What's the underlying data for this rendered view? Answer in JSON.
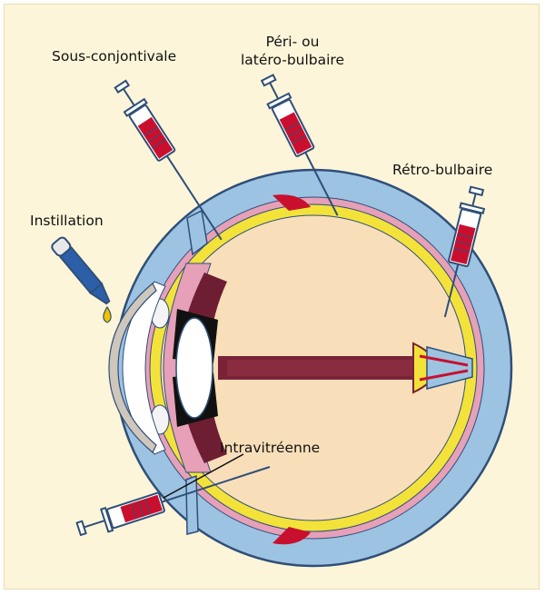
{
  "labels": {
    "sous_conjonctivale": "Sous-conjontivale",
    "peri_line1": "Péri- ou",
    "peri_line2": "latéro-bulbaire",
    "retro": "Rétro-bulbaire",
    "instillation": "Instillation",
    "intravitreenne": "Intravitréenne"
  },
  "colors": {
    "background": "#fdf5d9",
    "sclera": "#9dc3e3",
    "sclera_outline": "#2f4f78",
    "choroid": "#e6a0b8",
    "retina": "#f3e23a",
    "vitreous": "#f8dfba",
    "optic_nerve": "#7a2336",
    "lens": "#ffffff",
    "iris": "#111111",
    "syringe_fluid": "#c8102e",
    "dropper": "#2c5fa8",
    "drop": "#f2c200"
  }
}
